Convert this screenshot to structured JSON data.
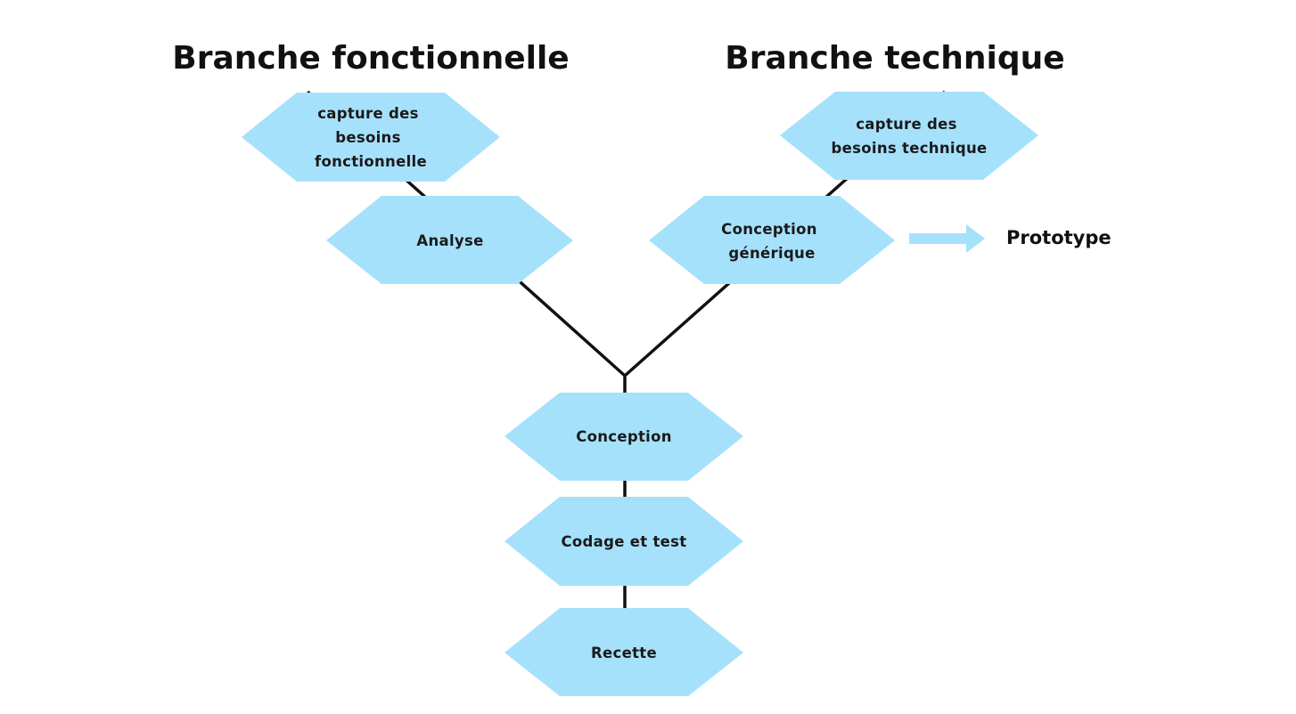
{
  "titles": {
    "functional_branch": "Branche fonctionnelle",
    "technical_branch": "Branche technique"
  },
  "nodes": {
    "capture_fonctionnelle": [
      "capture des",
      "besoins",
      "fonctionnelle"
    ],
    "capture_technique": [
      "capture des",
      "besoins technique"
    ],
    "analyse": [
      "Analyse"
    ],
    "conception_generique": [
      "Conception",
      "générique"
    ],
    "conception": [
      "Conception"
    ],
    "codage_test": [
      "Codage et test"
    ],
    "recette": [
      "Recette"
    ]
  },
  "prototype_label": "Prototype",
  "colors": {
    "node_fill": "#a6e1fc",
    "arrow_fill": "#a6e1fc",
    "line": "#111111"
  }
}
